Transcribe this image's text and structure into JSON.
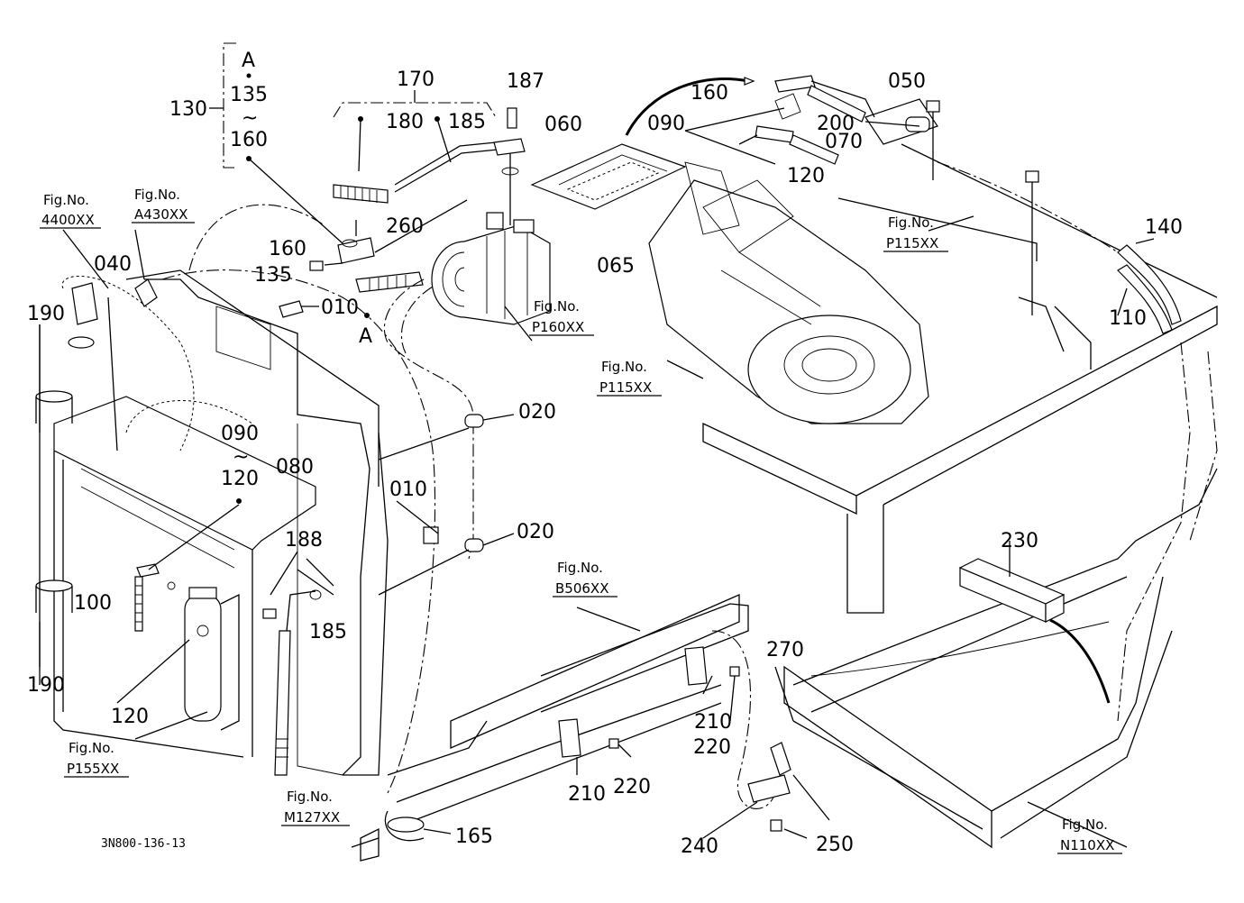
{
  "callouts": {
    "c130": "130",
    "cA_top": "A",
    "c135_top": "135",
    "tilde_top": "~",
    "c160_top": "160",
    "c170": "170",
    "c180": "180",
    "c185_top": "185",
    "c187": "187",
    "c060": "060",
    "c160_right": "160",
    "c090_right": "090",
    "c050": "050",
    "c200": "200",
    "c070": "070",
    "c120_right": "120",
    "c260": "260",
    "c160_mid": "160",
    "c135_mid": "135",
    "c010_top": "010",
    "cA_bot": "A",
    "c065": "065",
    "c140": "140",
    "c110": "110",
    "c040": "040",
    "c190_top": "190",
    "c020_top": "020",
    "c090_left": "090",
    "tilde_left": "~",
    "c120_left": "120",
    "c080": "080",
    "c010_mid": "010",
    "c020_bot": "020",
    "c188": "188",
    "c100": "100",
    "c185_bot": "185",
    "c190_bot": "190",
    "c120_bot": "120",
    "c230": "230",
    "c270": "270",
    "c210_right": "210",
    "c220_right": "220",
    "c210_mid": "210",
    "c220_mid": "220",
    "c165": "165",
    "c240": "240",
    "c250": "250"
  },
  "fig_refs": {
    "fig4400_t": "Fig.No.",
    "fig4400_n": "4400XX",
    "figA430_t": "Fig.No.",
    "figA430_n": "A430XX",
    "figP160_t": "Fig.No.",
    "figP160_n": "P160XX",
    "figP115a_t": "Fig.No.",
    "figP115a_n": "P115XX",
    "figP115b_t": "Fig.No.",
    "figP115b_n": "P115XX",
    "figB506_t": "Fig.No.",
    "figB506_n": "B506XX",
    "figP155_t": "Fig.No.",
    "figP155_n": "P155XX",
    "figM127_t": "Fig.No.",
    "figM127_n": "M127XX",
    "figN110_t": "Fig.No.",
    "figN110_n": "N110XX"
  },
  "drawing_code": "3N800-136-13"
}
